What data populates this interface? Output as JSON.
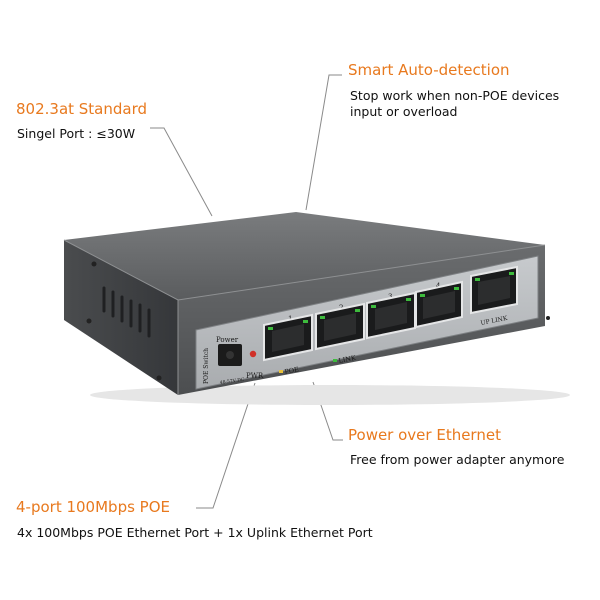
{
  "callouts": {
    "smart_detection": {
      "title": "Smart Auto-detection",
      "line1": "Stop work when non-POE devices",
      "line2": "input or overload"
    },
    "standard": {
      "title": "802.3at Standard",
      "text": "Singel Port : ≤30W"
    },
    "power_over_ethernet": {
      "title": "Power over Ethernet",
      "text": "Free from power adapter anymore"
    },
    "ports": {
      "title": "4-port 100Mbps POE",
      "text": "4x 100Mbps POE Ethernet Port + 1x Uplink Ethernet Port"
    }
  },
  "device": {
    "power_label": "Power",
    "poe_switch_label": "POE Switch",
    "dc_label": "48-57V DC",
    "pwr_label": "PWR",
    "port_numbers": [
      "1",
      "2",
      "3",
      "4"
    ],
    "poe_led_label": "POE",
    "link_led_label": "LINK",
    "uplink_label": "UP LINK"
  },
  "colors": {
    "accent": "#e8791e",
    "body_text": "#111111",
    "leader_line": "#888888",
    "chassis_top": "#6c6e70",
    "chassis_front": "#5f6163",
    "chassis_side": "#3e4042",
    "panel": "#b9bcbf",
    "led_green": "#3dbb3d",
    "led_red": "#d03028"
  }
}
